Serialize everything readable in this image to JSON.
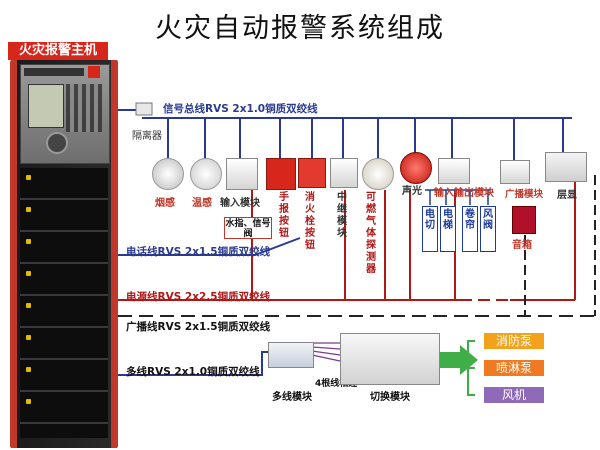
{
  "title": "火灾自动报警系统组成",
  "host": {
    "label": "火灾报警主机"
  },
  "isolator": {
    "label": "隔离器"
  },
  "lines": {
    "signal": "信号总线RVS 2x1.0铜质双绞线",
    "phone": "电话线RVS 2x1.5铜质双绞线",
    "power": "电源线RVS 2x2.5铜质双绞线",
    "broadcast": "广播线RVS 2x1.5铜质双绞线",
    "multi": "多线RVS 2x1.0铜质双绞线",
    "cable4": "4根线相连"
  },
  "devices": {
    "smoke": "烟感",
    "heat": "温感",
    "input_module": "输入模块",
    "water_signal_valve": "水指、信号阀",
    "manual_button": "手报按钮",
    "hydrant_button": "消火栓按钮",
    "relay_module": "中继模块",
    "gas_detector": "可燃气体探测器",
    "sounder": "声光",
    "io_module": "输入输出模块",
    "broadcast_module": "广播模块",
    "floor_display": "层显",
    "speaker": "音箱"
  },
  "io_outputs": [
    "电切",
    "电梯",
    "卷帘",
    "风阀"
  ],
  "modules": {
    "multi_line": "多线模块",
    "switch": "切换模块"
  },
  "pumps": [
    {
      "label": "消防泵",
      "color": "#f3a31b"
    },
    {
      "label": "喷淋泵",
      "color": "#f07a22"
    },
    {
      "label": "风机",
      "color": "#8e6ab8"
    }
  ],
  "colors": {
    "signal_line": "#2a3b8f",
    "power_line": "#b01818",
    "broadcast_line": "#111111",
    "accent": "#d7261c"
  }
}
